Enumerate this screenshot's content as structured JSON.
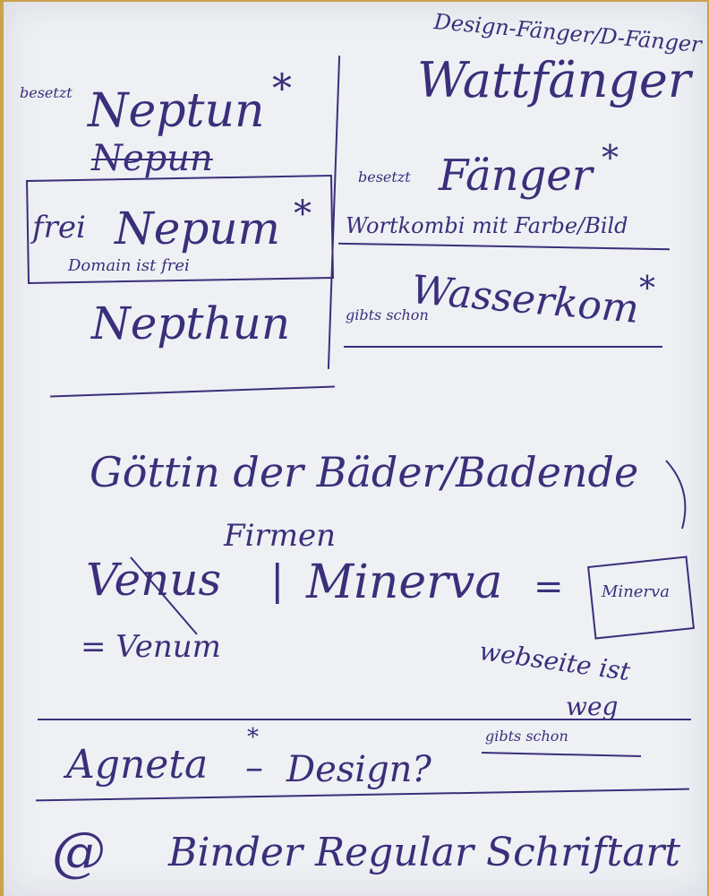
{
  "left_column": {
    "besetzt_1": "besetzt",
    "neptun": "Neptun",
    "neptun_asterisk": "*",
    "nepun_crossed": "Nepun",
    "frei": "frei",
    "nepum": "Nepum",
    "nepum_asterisk": "*",
    "domain_ist_frei": "Domain ist frei",
    "nepthun": "Nepthun"
  },
  "right_column": {
    "design_fanger": "Design-Fänger/D-Fänger",
    "wattfanger": "Wattfänger",
    "besetzt_2": "besetzt",
    "fanger": "Fänger",
    "fanger_asterisk": "*",
    "wortkombi": "Wortkombi mit Farbe/Bild",
    "wasserkom": "Wasserkom",
    "wasserkom_asterisk": "*",
    "gibts_schon": "gibts schon"
  },
  "middle": {
    "gottin": "Göttin der Bäder/Badende",
    "firmen": "Firmen",
    "venus": "Venus",
    "separator": "|",
    "minerva": "Minerva",
    "equals": "=",
    "minerva_boxed": "Minerva",
    "venum": "= Venum",
    "webseite": "webseite ist",
    "weg": "weg",
    "gibts_schon_2": "gibts schon"
  },
  "bottom": {
    "agneta": "Agneta",
    "agneta_asterisk": "*",
    "dash": "–",
    "design": "Design?",
    "at_symbol": "@",
    "binder": "Binder Regular Schriftart"
  }
}
